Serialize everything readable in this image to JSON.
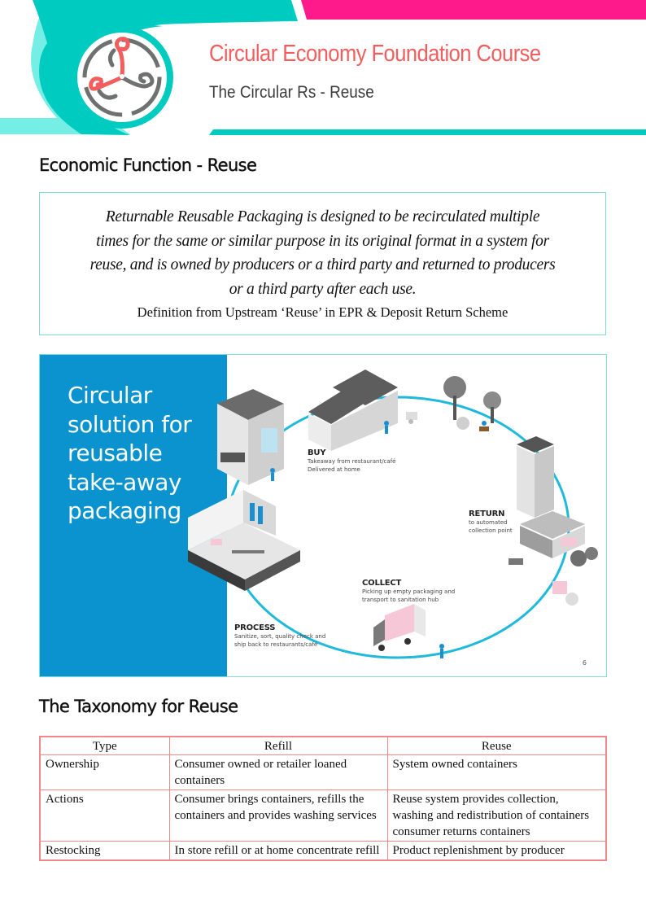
{
  "header": {
    "title": "Circular Economy Foundation Course",
    "subtitle": "The Circular Rs - Reuse",
    "logo_icon": "triskelion-logo",
    "colors": {
      "teal": "#00cbc0",
      "light_teal": "#75efe6",
      "magenta": "#ff1a8c",
      "coral": "#f25d5d",
      "grey": "#6e7170"
    }
  },
  "economic_function": {
    "heading": "Economic Function - Reuse",
    "quote_lines": [
      "Returnable Reusable Packaging is designed to be recirculated multiple",
      "times for the same or similar purpose in its original format in a system for",
      "reuse, and is owned by producers or a third party and returned to producers",
      "or a third party after each use."
    ],
    "source": "Definition from Upstream ‘Reuse’ in EPR & Deposit Return Scheme"
  },
  "infographic": {
    "heading_lines": [
      "Circular",
      "solution for",
      "reusable",
      "take-away",
      "packaging"
    ],
    "stages": [
      {
        "title": "BUY",
        "desc_lines": [
          "Takeaway from restaurant/café",
          "Delivered at home"
        ]
      },
      {
        "title": "RETURN",
        "desc_lines": [
          "to automated",
          "collection point"
        ]
      },
      {
        "title": "COLLECT",
        "desc_lines": [
          "Picking up empty packaging and",
          "transport to sanitation hub"
        ]
      },
      {
        "title": "PROCESS",
        "desc_lines": [
          "Sanitize, sort, quality check and",
          "ship back to restaurants/café"
        ]
      }
    ],
    "slide_number": "6",
    "colors": {
      "panel_blue": "#0a93cf",
      "loop_line": "#1fb9dc"
    }
  },
  "taxonomy": {
    "heading": "The Taxonomy for Reuse",
    "columns": [
      "Type",
      "Refill",
      "Reuse"
    ],
    "rows": [
      [
        "Ownership",
        "Consumer owned or retailer loaned containers",
        "System owned containers"
      ],
      [
        "Actions",
        "Consumer brings containers, refills the containers and provides washing services",
        "Reuse system provides collection, washing and redistribution of containers consumer returns containers"
      ],
      [
        "Restocking",
        "In store refill or at home concentrate refill",
        "Product replenishment by producer"
      ]
    ]
  }
}
